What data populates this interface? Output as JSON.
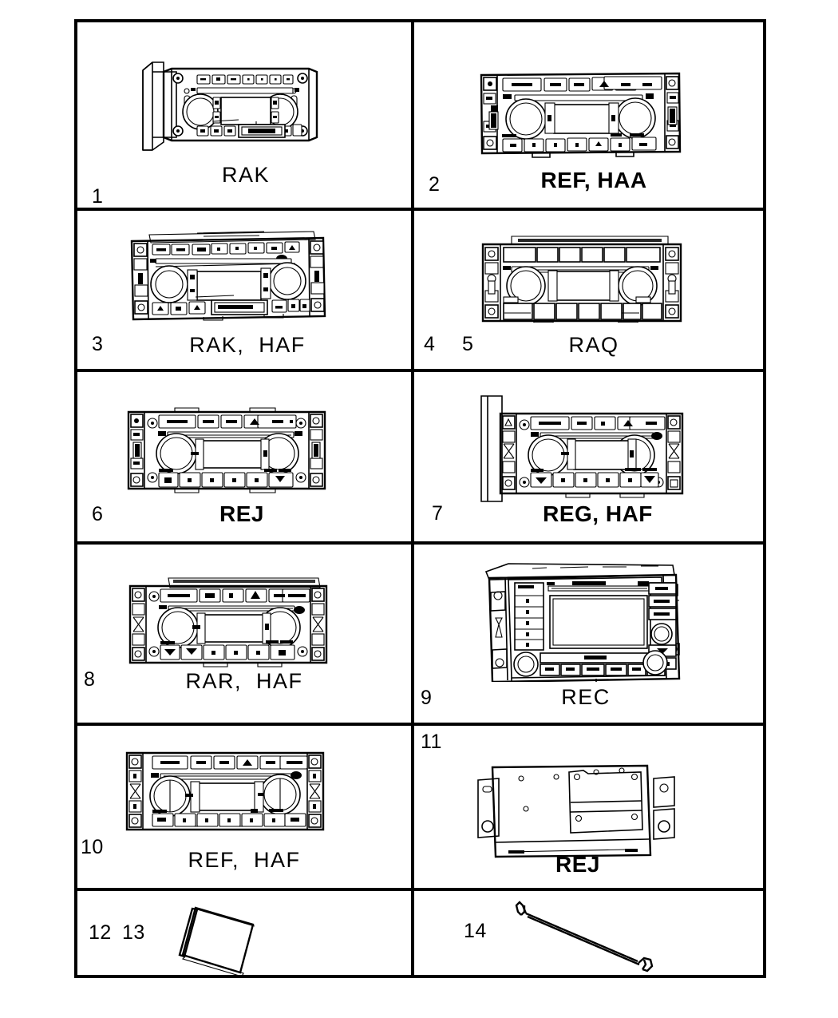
{
  "diagram": {
    "type": "parts-illustration",
    "title": "",
    "columns": 2,
    "rows": 6,
    "background_color": "#ffffff",
    "line_color": "#000000"
  },
  "cells": [
    {
      "id": "cell-1",
      "numbers": [
        "1"
      ],
      "caption": "RAK",
      "caption_weight": "regular",
      "part_icon": "car-radio-head-unit",
      "description": "AM/FM CD radio head unit with two rotary knobs and bracket"
    },
    {
      "id": "cell-2",
      "numbers": [
        "2"
      ],
      "caption": "REF, HAA",
      "caption_weight": "bold",
      "part_icon": "car-radio-head-unit",
      "description": "AM/FM CD radio head unit with two rotary knobs"
    },
    {
      "id": "cell-3",
      "numbers": [
        "3"
      ],
      "caption": "RAK,  HAF",
      "caption_weight": "regular",
      "part_icon": "car-radio-head-unit",
      "description": "AM/FM CD radio head unit with two rotary knobs"
    },
    {
      "id": "cell-4",
      "numbers": [
        "4",
        "5"
      ],
      "caption": "RAQ",
      "caption_weight": "regular",
      "part_icon": "car-radio-head-unit",
      "description": "AM/FM CD radio head unit with two rotary knobs"
    },
    {
      "id": "cell-6",
      "numbers": [
        "6"
      ],
      "caption": "REJ",
      "caption_weight": "bold",
      "part_icon": "car-radio-head-unit",
      "description": "AM/FM CD radio head unit with two rotary knobs"
    },
    {
      "id": "cell-7",
      "numbers": [
        "7"
      ],
      "caption": "REG, HAF",
      "caption_weight": "bold",
      "part_icon": "car-radio-head-unit",
      "description": "AM/FM CD radio head unit with side mounting bracket"
    },
    {
      "id": "cell-8",
      "numbers": [
        "8"
      ],
      "caption": "RAR,  HAF",
      "caption_weight": "regular",
      "part_icon": "car-radio-head-unit",
      "description": "AM/FM CD radio head unit with two rotary knobs"
    },
    {
      "id": "cell-9",
      "numbers": [
        "9"
      ],
      "caption": "REC",
      "caption_weight": "regular",
      "part_icon": "navigation-head-unit",
      "description": "Navigation radio head unit with large display screen"
    },
    {
      "id": "cell-10",
      "numbers": [
        "10"
      ],
      "caption": "REF,  HAF",
      "caption_weight": "regular",
      "part_icon": "car-radio-head-unit",
      "description": "AM/FM CD radio head unit with two rotary knobs"
    },
    {
      "id": "cell-11",
      "numbers": [
        "11"
      ],
      "caption": "REJ",
      "caption_weight": "bold",
      "part_icon": "radio-chassis-bracket",
      "description": "Radio chassis / mounting bracket assembly"
    },
    {
      "id": "cell-12",
      "numbers": [
        "12",
        "13"
      ],
      "caption": "",
      "caption_weight": "regular",
      "part_icon": "owners-manual-booklet",
      "description": "Flat booklet / manual shown at an angle"
    },
    {
      "id": "cell-14",
      "numbers": [
        "14"
      ],
      "caption": "",
      "caption_weight": "regular",
      "part_icon": "radio-removal-tool",
      "description": "Radio removal tool - wire rod with hooked ends"
    }
  ]
}
